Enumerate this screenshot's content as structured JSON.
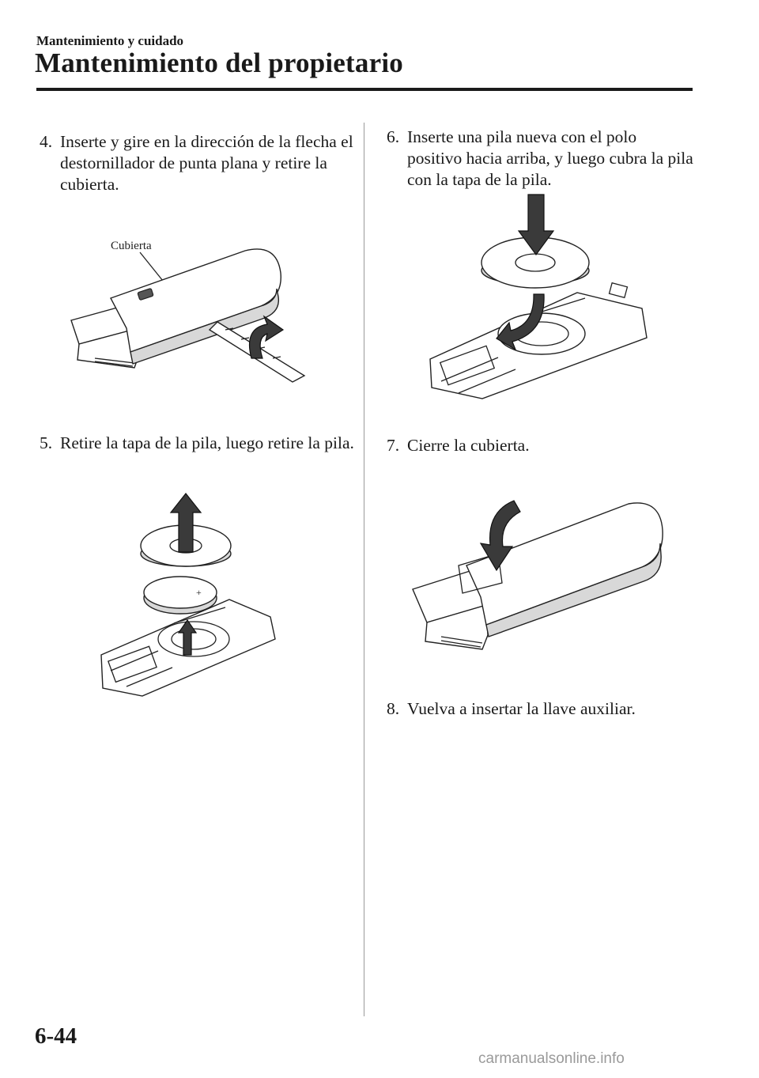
{
  "header": {
    "section": "Mantenimiento y cuidado",
    "title": "Mantenimiento del propietario"
  },
  "steps": [
    {
      "num": "4.",
      "text": "Inserte y gire en la dirección de la flecha el destornillador de punta plana y retire la cubierta."
    },
    {
      "num": "5.",
      "text": "Retire la tapa de la pila, luego retire la pila."
    },
    {
      "num": "6.",
      "text": "Inserte una pila nueva con el polo positivo hacia arriba, y luego cubra la pila con la tapa de la pila."
    },
    {
      "num": "7.",
      "text": "Cierre la cubierta."
    },
    {
      "num": "8.",
      "text": "Vuelva a insertar la llave auxiliar."
    }
  ],
  "figures": {
    "step4": {
      "callout": "Cubierta"
    }
  },
  "footer": {
    "page_number": "6-44",
    "watermark": "carmanualsonline.info"
  }
}
